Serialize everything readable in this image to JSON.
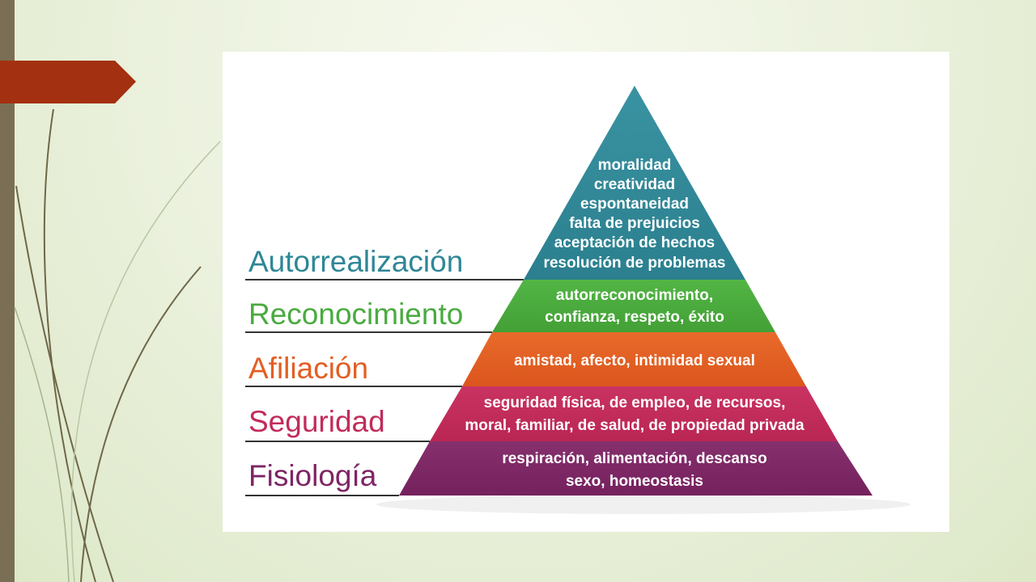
{
  "colors": {
    "autorrealizacion": "#2f8797",
    "reconocimiento": "#4aab3f",
    "afiliacion": "#e35e23",
    "seguridad": "#c22b5b",
    "fisiologia": "#7d2564",
    "accent_tag": "#a33010",
    "side_bar": "#7a6e54"
  },
  "pyramid": {
    "levels": [
      {
        "label": "Autorrealización",
        "lines": [
          "moralidad",
          "creatividad",
          "espontaneidad",
          "falta de prejuicios",
          "aceptación de hechos",
          "resolución de problemas"
        ]
      },
      {
        "label": "Reconocimiento",
        "lines": [
          "autorreconocimiento,",
          "confianza, respeto, éxito"
        ]
      },
      {
        "label": "Afiliación",
        "lines": [
          "amistad, afecto, intimidad sexual"
        ]
      },
      {
        "label": "Seguridad",
        "lines": [
          "seguridad física, de empleo, de recursos,",
          "moral, familiar, de salud, de propiedad privada"
        ]
      },
      {
        "label": "Fisiología",
        "lines": [
          "respiración, alimentación, descanso",
          "sexo, homeostasis"
        ]
      }
    ]
  }
}
